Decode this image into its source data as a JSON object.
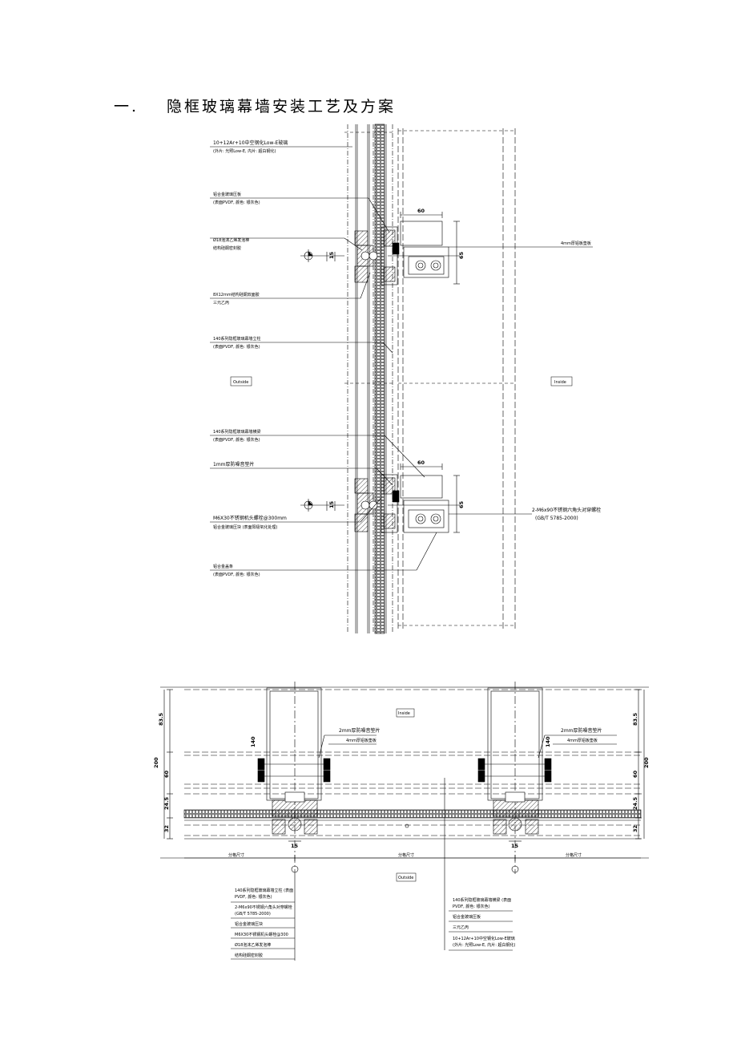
{
  "heading": {
    "number": "一.",
    "title": "隐框玻璃幕墙安装工艺及方案"
  },
  "section": {
    "labels": {
      "glass": [
        "10+12Ar+10中空钢化Low-E玻璃",
        "(外片: 光照Low-E, 内片: 超白钢化)"
      ],
      "clip": [
        "铝合金玻璃压板",
        "(表面PVDF, 颜色: 银灰色)"
      ],
      "rod": [
        "Ø18泡沫乙烯发泡棒",
        "结构硅酮密封胶"
      ],
      "gasket": [
        "8X12mm结构硅酮双面胶",
        "三元乙丙"
      ],
      "mullion": [
        "140系列隐框玻璃幕墙立柱",
        "(表面PVDF, 颜色: 银灰色)"
      ],
      "transom": [
        "140系列隐框玻璃幕墙横梁",
        "(表面PVDF, 颜色: 银灰色)"
      ],
      "shim": [
        "1mm厚防噪音垫片"
      ],
      "bolt": [
        "M6X30不锈钢机头螺栓@300mm",
        "铝合金玻璃压块 (表面阳极氧化处理)"
      ],
      "cover": [
        "铝合金盖条",
        "(表面PVDF, 颜色: 银灰色)"
      ],
      "plate": [
        "4mm厚铝板垫板"
      ],
      "anchor": [
        "2-M6x90不锈钢六角头对穿螺栓",
        "(GB/T 5785-2000)"
      ],
      "outside": "Outside",
      "inside": "Inside"
    },
    "dims": {
      "d60": "60",
      "d15": "15",
      "d65": "65"
    }
  },
  "plan": {
    "labels": {
      "inside": "Inside",
      "outside": "Outside",
      "shim": "2mm厚防噪音垫片",
      "plate": "4mm厚铝板垫板",
      "grid_left": "分格尺寸",
      "grid_mid": "分格尺寸",
      "grid_right": "分格尺寸"
    },
    "dims": {
      "a": "83.5",
      "b": "200",
      "c": "140",
      "d": "60",
      "e": "24.5",
      "f": "32",
      "g": "15"
    },
    "legend_left": [
      [
        "140系列隐框玻璃幕墙立柱 (表面",
        "PVDF, 颜色: 银灰色)"
      ],
      [
        "2-M6x90不锈钢六角头对穿螺栓",
        "(GB/T 5785-2000)"
      ],
      [
        "铝合金玻璃压块"
      ],
      [
        "M6X30不锈钢机头螺栓@300"
      ],
      [
        "Ø18泡沫乙烯发泡棒"
      ],
      [
        "结构硅酮密封胶"
      ]
    ],
    "legend_right": [
      [
        "140系列隐框玻璃幕墙横梁 (表面",
        "PVDF, 颜色: 银灰色)"
      ],
      [
        "铝合金玻璃压板"
      ],
      [
        "三元乙丙"
      ],
      [
        "10+12Ar+10中空钢化Low-E玻璃",
        "(外片: 光照Low-E, 内片: 超白钢化)"
      ]
    ]
  }
}
